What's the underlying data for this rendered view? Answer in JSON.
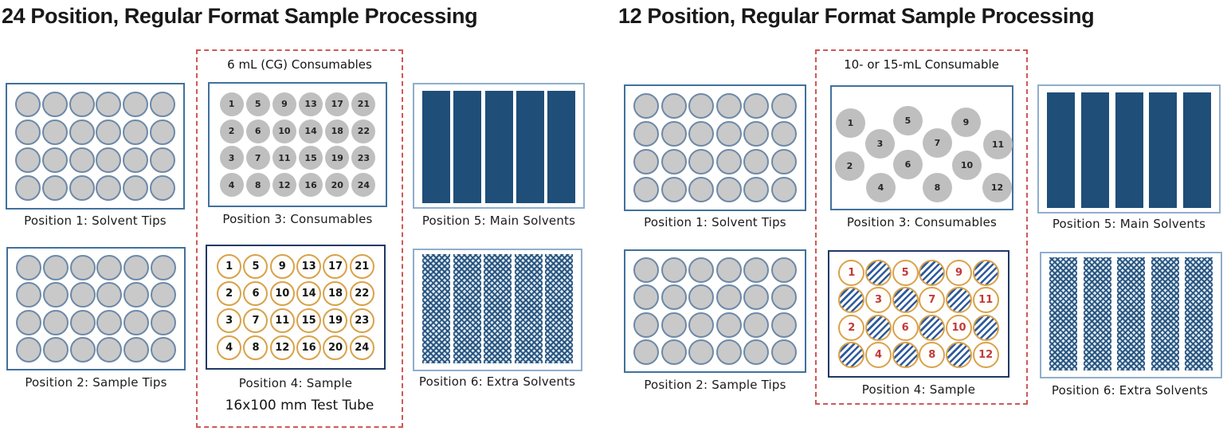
{
  "diagrams": [
    {
      "title": "24 Position, Regular Format Sample Processing",
      "consumable_header": "6 mL (CG) Consumables",
      "footnote": "16x100 mm Test Tube",
      "positions": {
        "p1": {
          "label": "Position 1: Solvent Tips",
          "rows": 4,
          "cols": 6
        },
        "p2": {
          "label": "Position 2: Sample Tips",
          "rows": 4,
          "cols": 6
        },
        "p3": {
          "label": "Position 3: Consumables",
          "numbers": [
            [
              "1",
              "5",
              "9",
              "13",
              "17",
              "21"
            ],
            [
              "2",
              "6",
              "10",
              "14",
              "18",
              "22"
            ],
            [
              "3",
              "7",
              "11",
              "15",
              "19",
              "23"
            ],
            [
              "4",
              "8",
              "12",
              "16",
              "20",
              "24"
            ]
          ]
        },
        "p4": {
          "label": "Position 4: Sample",
          "cells": [
            [
              "1",
              "5",
              "9",
              "13",
              "17",
              "21"
            ],
            [
              "2",
              "6",
              "10",
              "14",
              "18",
              "22"
            ],
            [
              "3",
              "7",
              "11",
              "15",
              "19",
              "23"
            ],
            [
              "4",
              "8",
              "12",
              "16",
              "20",
              "24"
            ]
          ]
        },
        "p5": {
          "label": "Position 5: Main Solvents",
          "bars": 5
        },
        "p6": {
          "label": "Position 6: Extra Solvents",
          "bars": 5
        }
      }
    },
    {
      "title": "12 Position, Regular Format Sample Processing",
      "consumable_header": "10- or 15-mL Consumable",
      "footnote": "",
      "positions": {
        "p1": {
          "label": "Position 1: Solvent Tips",
          "rows": 4,
          "cols": 6
        },
        "p2": {
          "label": "Position 2: Sample Tips",
          "rows": 4,
          "cols": 6
        },
        "p3": {
          "label": "Position 3: Consumables",
          "scatter_numbers": [
            "1",
            "5",
            "9",
            "3",
            "7",
            "11",
            "2",
            "6",
            "10",
            "4",
            "8",
            "12"
          ]
        },
        "p4": {
          "label": "Position 4: Sample",
          "cells": [
            [
              "1",
              "#",
              "5",
              "#",
              "9",
              "#"
            ],
            [
              "#",
              "3",
              "#",
              "7",
              "#",
              "11"
            ],
            [
              "2",
              "#",
              "6",
              "#",
              "10",
              "#"
            ],
            [
              "#",
              "4",
              "#",
              "8",
              "#",
              "12"
            ]
          ]
        },
        "p5": {
          "label": "Position 5: Main Solvents",
          "bars": 5
        },
        "p6": {
          "label": "Position 6: Extra Solvents",
          "bars": 5
        }
      }
    }
  ],
  "colors": {
    "navy": "#1F4E79",
    "well_gray": "#C9C9C9",
    "well_outline": "#6D89A8",
    "consumable_gray": "#BFBFBF",
    "tube_orange": "#D9A24A",
    "red_dashed": "#D05858",
    "red_number": "#C13A3A",
    "hatch_blue": "#2F5B9D",
    "box_border": "#41719C",
    "sample_box_border": "#1F3864",
    "solvent_box_border": "#8FAECC"
  }
}
